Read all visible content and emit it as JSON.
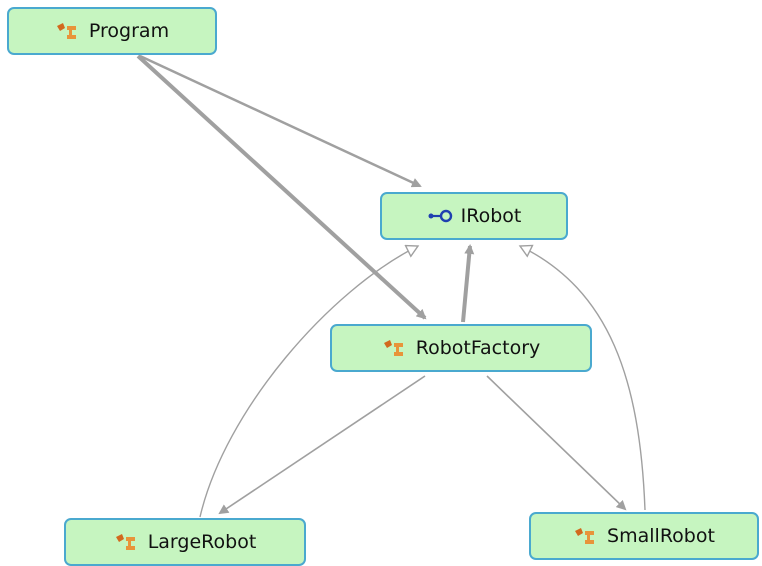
{
  "diagram": {
    "nodes": {
      "program": {
        "label": "Program",
        "kind": "class"
      },
      "irobot": {
        "label": "IRobot",
        "kind": "interface"
      },
      "robotfactory": {
        "label": "RobotFactory",
        "kind": "class"
      },
      "largerobot": {
        "label": "LargeRobot",
        "kind": "class"
      },
      "smallrobot": {
        "label": "SmallRobot",
        "kind": "class"
      }
    },
    "edges": [
      {
        "from": "Program",
        "to": "IRobot",
        "type": "dependency"
      },
      {
        "from": "Program",
        "to": "RobotFactory",
        "type": "dependency"
      },
      {
        "from": "RobotFactory",
        "to": "IRobot",
        "type": "dependency"
      },
      {
        "from": "RobotFactory",
        "to": "LargeRobot",
        "type": "dependency"
      },
      {
        "from": "RobotFactory",
        "to": "SmallRobot",
        "type": "dependency"
      },
      {
        "from": "LargeRobot",
        "to": "IRobot",
        "type": "implements"
      },
      {
        "from": "SmallRobot",
        "to": "IRobot",
        "type": "implements"
      }
    ],
    "colors": {
      "node_fill": "#c6f5c0",
      "node_border": "#4aa9cf",
      "edge": "#a0a0a0",
      "class_icon": "#d2691e",
      "interface_icon": "#1f3fb0"
    },
    "icons": {
      "class": "class-icon",
      "interface": "interface-icon"
    }
  }
}
